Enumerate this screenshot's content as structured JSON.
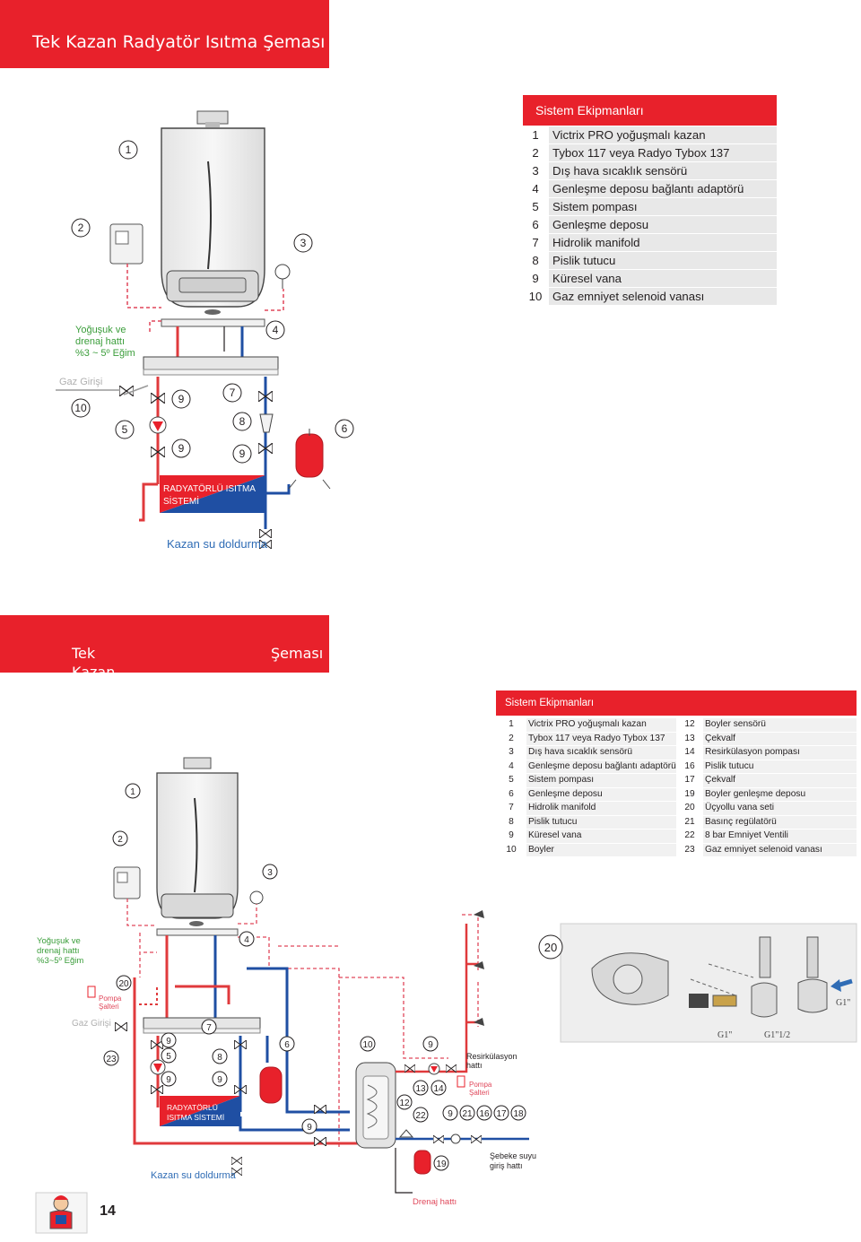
{
  "section1": {
    "title": "Tek Kazan Radyatör Isıtma Şeması",
    "equipment_title": "Sistem Ekipmanları",
    "equipment": [
      {
        "n": "1",
        "label": "Victrix PRO yoğuşmalı kazan"
      },
      {
        "n": "2",
        "label": "Tybox 117 veya Radyo Tybox 137"
      },
      {
        "n": "3",
        "label": "Dış hava sıcaklık sensörü"
      },
      {
        "n": "4",
        "label": "Genleşme deposu bağlantı adaptörü"
      },
      {
        "n": "5",
        "label": "Sistem pompası"
      },
      {
        "n": "6",
        "label": "Genleşme deposu"
      },
      {
        "n": "7",
        "label": "Hidrolik manifold"
      },
      {
        "n": "8",
        "label": "Pislik tutucu"
      },
      {
        "n": "9",
        "label": "Küresel vana"
      },
      {
        "n": "10",
        "label": "Gaz emniyet selenoid vanası"
      }
    ],
    "drain_label": [
      "Yoğuşuk ve",
      "drenaj hattı",
      "%3 ~ 5º Eğim"
    ],
    "gas_label": "Gaz Girişi",
    "radiator_label": [
      "RADYATÖRLÜ ISITMA",
      "SİSTEMİ"
    ],
    "fill_label": "Kazan su doldurma"
  },
  "section2": {
    "title": [
      "Tek Kazan Radyatör ve Boyler Sistem",
      "Şeması"
    ],
    "equipment_title": "Sistem Ekipmanları",
    "equipment_left": [
      {
        "n": "1",
        "label": "Victrix PRO yoğuşmalı kazan"
      },
      {
        "n": "2",
        "label": "Tybox 117 veya Radyo Tybox 137"
      },
      {
        "n": "3",
        "label": "Dış hava sıcaklık sensörü"
      },
      {
        "n": "4",
        "label": "Genleşme deposu bağlantı adaptörü"
      },
      {
        "n": "5",
        "label": "Sistem pompası"
      },
      {
        "n": "6",
        "label": "Genleşme deposu"
      },
      {
        "n": "7",
        "label": "Hidrolik manifold"
      },
      {
        "n": "8",
        "label": "Pislik tutucu"
      },
      {
        "n": "9",
        "label": "Küresel vana"
      },
      {
        "n": "10",
        "label": "Boyler"
      }
    ],
    "equipment_right": [
      {
        "n": "12",
        "label": "Boyler sensörü"
      },
      {
        "n": "13",
        "label": "Çekvalf"
      },
      {
        "n": "14",
        "label": "Resirkülasyon pompası"
      },
      {
        "n": "16",
        "label": "Pislik tutucu"
      },
      {
        "n": "17",
        "label": "Çekvalf"
      },
      {
        "n": "19",
        "label": "Boyler genleşme deposu"
      },
      {
        "n": "20",
        "label": "Üçyollu vana seti"
      },
      {
        "n": "21",
        "label": "Basınç regülatörü"
      },
      {
        "n": "22",
        "label": "8 bar Emniyet Ventili"
      },
      {
        "n": "23",
        "label": "Gaz emniyet selenoid vanası"
      }
    ],
    "drain_label": [
      "Yoğuşuk ve",
      "drenaj hattı",
      "%3~5º Eğim"
    ],
    "pump_switch": [
      "Pompa",
      "Şalteri"
    ],
    "gas_label": "Gaz Girişi",
    "radiator_label": [
      "RADYATÖRLÜ",
      "ISITMA SİSTEMİ"
    ],
    "fill_label": "Kazan su doldurma",
    "recirc_label": [
      "Resirkülasyon",
      "hattı"
    ],
    "mains_label": [
      "Şebeke suyu",
      "giriş hattı"
    ],
    "drain_line": "Drenaj hattı",
    "g_labels": [
      "G1\"",
      "G1\"",
      "G1\"1/2"
    ]
  },
  "page_number": "14",
  "colors": {
    "red": "#e8212b",
    "blue": "#1f4fa3",
    "accent_red_pipe": "#e03a3c",
    "dashed": "#e0475a",
    "gray_box": "#e8e8e8"
  }
}
